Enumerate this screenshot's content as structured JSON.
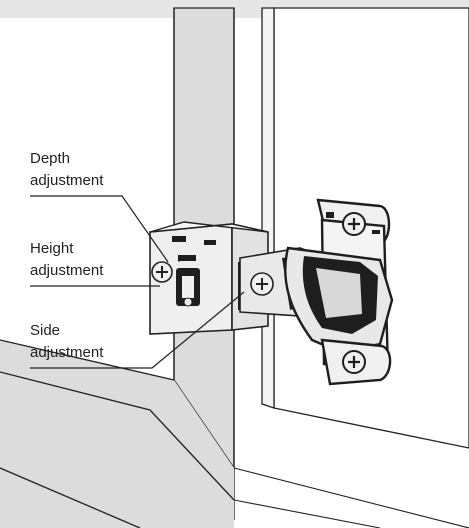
{
  "labels": {
    "depth": {
      "line1": "Depth",
      "line2": "adjustment"
    },
    "height": {
      "line1": "Height",
      "line2": "adjustment"
    },
    "side": {
      "line1": "Side",
      "line2": "adjustment"
    }
  },
  "colors": {
    "background": "#e6e6e6",
    "surface": "#ffffff",
    "cabinet_face": "#dcdcdc",
    "hinge_metal": "#efefef",
    "hinge_dark": "#1e1e1e",
    "line": "#222222"
  }
}
